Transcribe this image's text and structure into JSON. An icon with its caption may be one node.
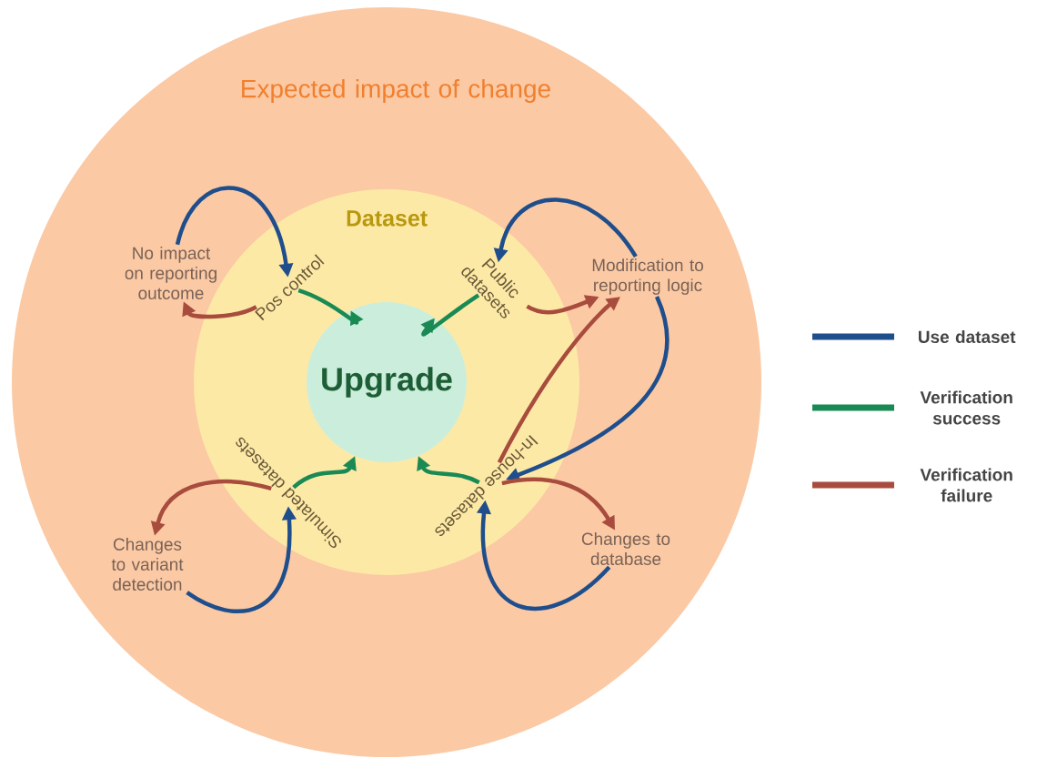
{
  "diagram": {
    "nodes": [
      {
        "text": [
          "Expected impact of change"
        ]
      },
      {
        "text": [
          "Dataset"
        ],
        "in": 0
      },
      {
        "text": [
          "Upgrade"
        ],
        "in": 1
      },
      {
        "text": [
          "Pos control"
        ],
        "in": 1
      },
      {
        "text": [
          "Public datasets"
        ],
        "in": 1
      },
      {
        "text": [
          "Simulated datasets"
        ],
        "in": 1
      },
      {
        "text": [
          "In-house datasets"
        ],
        "in": 1
      },
      {
        "text": [
          "No impact on reporting outcome"
        ],
        "in": 0
      },
      {
        "text": [
          "Modification to reporting logic"
        ],
        "in": 0
      },
      {
        "text": [
          "Changes to variant detection"
        ],
        "in": 0
      },
      {
        "text": [
          "Changes to database"
        ],
        "in": 0
      }
    ],
    "edges": [
      {
        "from": 7,
        "to": 3,
        "arrow": "to",
        "color": "#1f4e8c"
      },
      {
        "from": 3,
        "to": 7,
        "arrow": "to",
        "color": "#a84c3e"
      },
      {
        "from": 3,
        "to": 2,
        "arrow": "to",
        "color": "#1a8a55"
      },
      {
        "from": 4,
        "to": 2,
        "arrow": "to",
        "color": "#1a8a55"
      },
      {
        "from": 8,
        "to": 4,
        "arrow": "to",
        "color": "#1f4e8c"
      },
      {
        "from": 4,
        "to": 8,
        "arrow": "to",
        "color": "#a84c3e"
      },
      {
        "from": 6,
        "to": 8,
        "arrow": "to",
        "color": "#a84c3e"
      },
      {
        "from": 8,
        "to": 6,
        "arrow": "to",
        "color": "#1f4e8c"
      },
      {
        "from": 5,
        "to": 2,
        "arrow": "to",
        "color": "#1a8a55"
      },
      {
        "from": 6,
        "to": 2,
        "arrow": "to",
        "color": "#1a8a55"
      },
      {
        "from": 5,
        "to": 9,
        "arrow": "to",
        "color": "#a84c3e"
      },
      {
        "from": 9,
        "to": 5,
        "arrow": "to",
        "color": "#1f4e8c"
      },
      {
        "from": 6,
        "to": 10,
        "arrow": "to",
        "color": "#a84c3e"
      },
      {
        "from": 10,
        "to": 6,
        "arrow": "to",
        "color": "#1f4e8c"
      }
    ],
    "legend": [
      {
        "text": "Use dataset",
        "color": "#1f4e8c"
      },
      {
        "text": "Verification success",
        "color": "#1a8a55"
      },
      {
        "text": "Verification failure",
        "color": "#a84c3e"
      }
    ]
  }
}
